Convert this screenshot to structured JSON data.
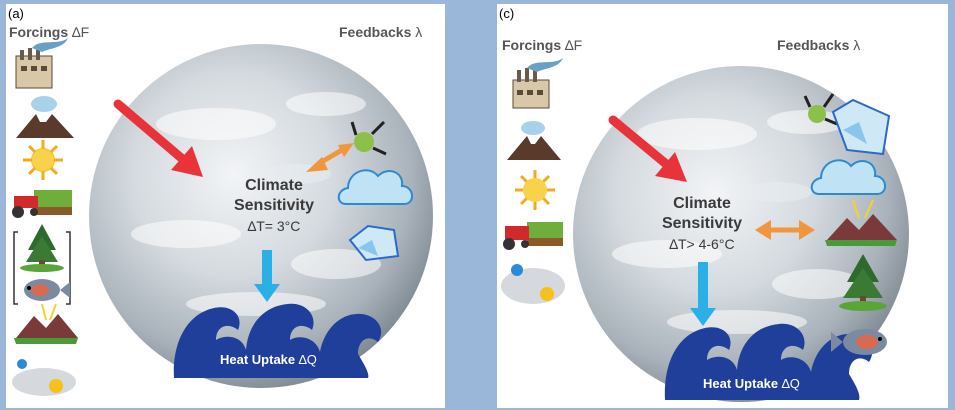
{
  "panel_a": {
    "label": "(a)",
    "forcings_label": "Forcings",
    "forcings_symbol": "∆F",
    "feedbacks_label": "Feedbacks",
    "feedbacks_symbol": "λ",
    "climate": "Climate",
    "sensitivity": "Sensitivity",
    "delta_t": "∆T= 3°C",
    "heat_uptake": "Heat Uptake",
    "heat_symbol": "∆Q"
  },
  "panel_c": {
    "label": "(c)",
    "forcings_label": "Forcings",
    "forcings_symbol": "∆F",
    "feedbacks_label": "Feedbacks",
    "feedbacks_symbol": "λ",
    "climate": "Climate",
    "sensitivity": "Sensitivity",
    "delta_t": "∆T> 4-6°C",
    "heat_uptake": "Heat Uptake",
    "heat_symbol": "∆Q"
  },
  "colors": {
    "background": "#9ab7d9",
    "forcing_arrow": "#e8333a",
    "feedback_arrow": "#f0963c",
    "uptake_arrow": "#2ab0e6",
    "wave": "#1f3f9a"
  },
  "icons": {
    "forcings_a": [
      "factory-icon",
      "volcano-icon",
      "sun-icon",
      "tractor-field-icon",
      "tree-icon",
      "fish-icon",
      "glacier-mountain-icon",
      "orbit-icon"
    ],
    "feedbacks_a": [
      "aerosol-molecule-icon",
      "cloud-icon",
      "ice-icon"
    ],
    "forcings_c": [
      "factory-icon",
      "volcano-icon",
      "sun-icon",
      "tractor-field-icon",
      "orbit-icon"
    ],
    "feedbacks_c": [
      "aerosol-molecule-icon",
      "ice-icon",
      "cloud-icon",
      "glacier-mountain-icon",
      "tree-icon",
      "fish-icon"
    ]
  }
}
